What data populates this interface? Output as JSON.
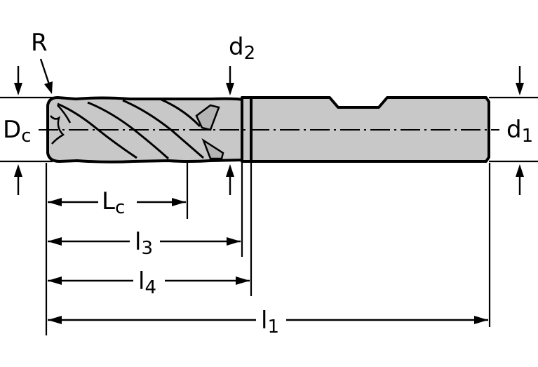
{
  "labels": {
    "R": "R",
    "d2": {
      "main": "d",
      "sub": "2"
    },
    "Dc": {
      "main": "D",
      "sub": "c"
    },
    "d1": {
      "main": "d",
      "sub": "1"
    },
    "Lc": {
      "main": "L",
      "sub": "c"
    },
    "l3": {
      "main": "l",
      "sub": "3"
    },
    "l4": {
      "main": "l",
      "sub": "4"
    },
    "l1": {
      "main": "l",
      "sub": "1"
    }
  },
  "colors": {
    "tool_fill": "#c8c8c8",
    "line": "#000000",
    "background": "#ffffff"
  }
}
